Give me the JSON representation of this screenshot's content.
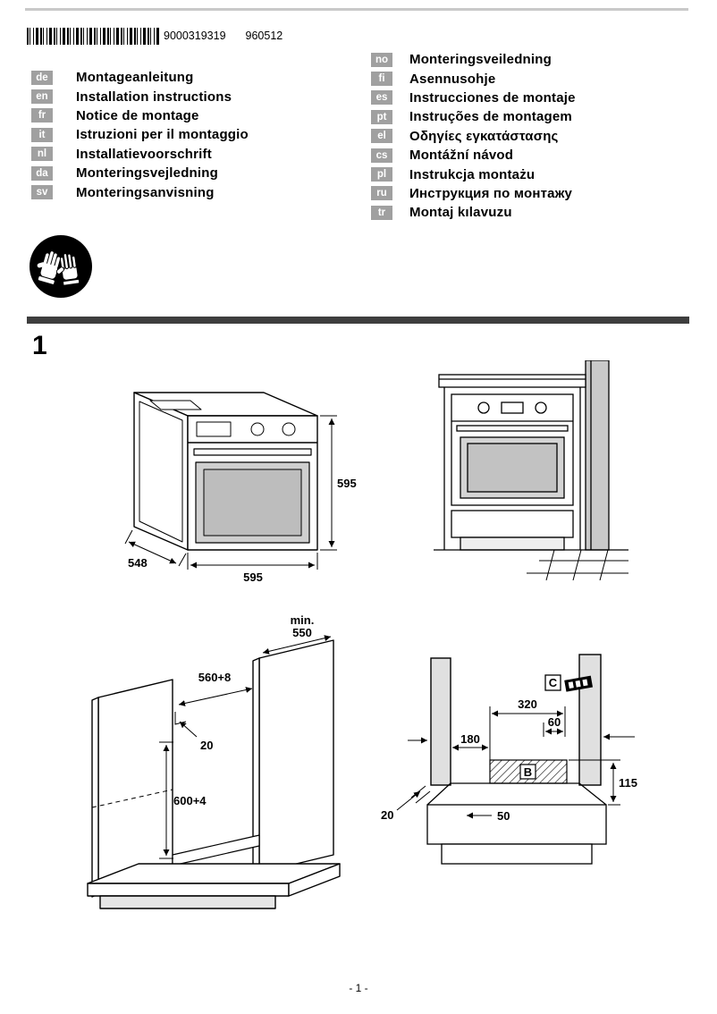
{
  "header": {
    "barcode_number": "9000319319",
    "print_code": "960512"
  },
  "languages_left": [
    {
      "code": "de",
      "title": "Montageanleitung"
    },
    {
      "code": "en",
      "title": "Installation instructions"
    },
    {
      "code": "fr",
      "title": "Notice de montage"
    },
    {
      "code": "it",
      "title": "Istruzioni per il montaggio"
    },
    {
      "code": "nl",
      "title": "Installatievoorschrift"
    },
    {
      "code": "da",
      "title": "Monteringsvejledning"
    },
    {
      "code": "sv",
      "title": "Monteringsanvisning"
    }
  ],
  "languages_right": [
    {
      "code": "no",
      "title": "Monteringsveiledning"
    },
    {
      "code": "fi",
      "title": "Asennusohje"
    },
    {
      "code": "es",
      "title": "Instrucciones de montaje"
    },
    {
      "code": "pt",
      "title": "Instruções de montagem"
    },
    {
      "code": "el",
      "title": "Οδηγίες εγκατάστασης"
    },
    {
      "code": "cs",
      "title": "Montážní návod"
    },
    {
      "code": "pl",
      "title": "Instrukcja montażu"
    },
    {
      "code": "ru",
      "title": "Инструкция по монтажу"
    },
    {
      "code": "tr",
      "title": "Montaj kılavuzu"
    }
  ],
  "figure": {
    "number": "1",
    "oven": {
      "height": "595",
      "depth": "548",
      "width": "595"
    },
    "cabinet": {
      "min_label": "min.",
      "min_value": "550",
      "niche_width": "560+8",
      "niche_height": "600+4",
      "clearance": "20"
    },
    "section": {
      "w320": "320",
      "w60": "60",
      "w180": "180",
      "h115": "115",
      "w50": "50",
      "w20": "20",
      "zone_label": "B",
      "junction_label": "C"
    }
  },
  "footer": {
    "page_number": "- 1 -"
  }
}
